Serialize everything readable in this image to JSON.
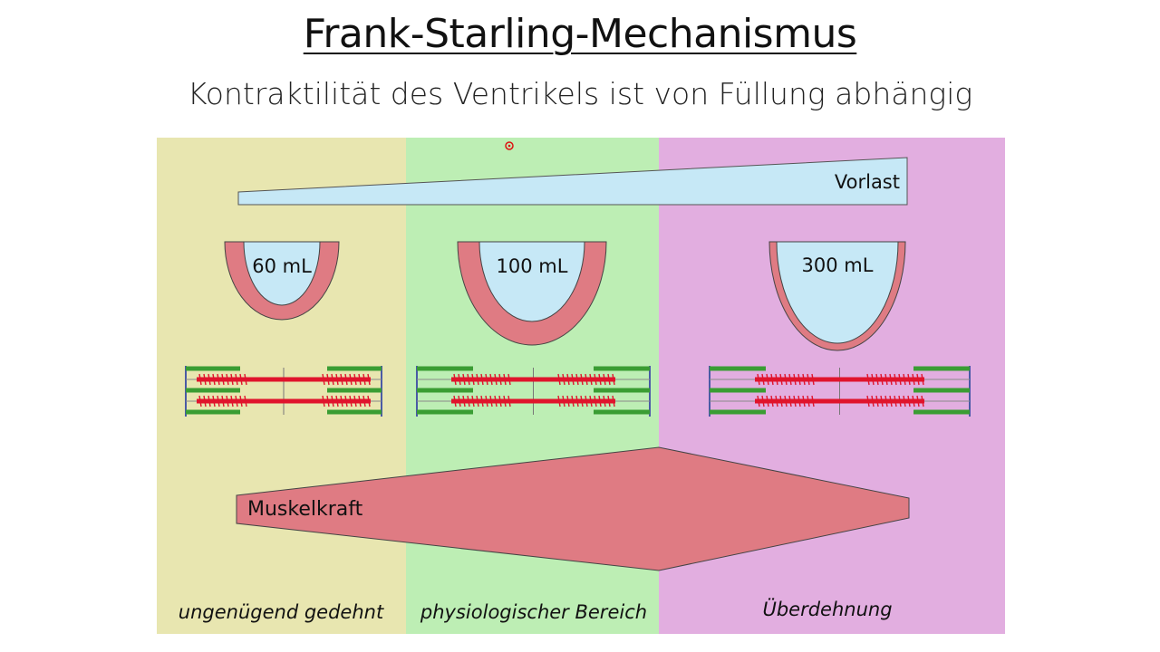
{
  "title": "Frank-Starling-Mechanismus",
  "subtitle": "Kontraktilität des Ventrikels ist von Füllung abhängig",
  "preload_label": "Vorlast",
  "force_label": "Muskelkraft",
  "zones": [
    {
      "label": "ungenügend gedehnt",
      "color": "#e8e6b0",
      "volume": "60 mL"
    },
    {
      "label": "physiologischer Bereich",
      "color": "#bdeeb4",
      "volume": "100 mL"
    },
    {
      "label": "Überdehnung",
      "color": "#e2aee0",
      "volume": "300 mL"
    }
  ],
  "colors": {
    "ventricle_wall": "#df7b83",
    "ventricle_lumen": "#c6e8f6",
    "preload_wedge": "#c6e8f6",
    "force_shape": "#df7b83",
    "actin": "#3a9d33",
    "myosin": "#e0142c",
    "z_disc": "#4a5aa6"
  },
  "pointer_icon": "laser-pointer-dot-icon"
}
